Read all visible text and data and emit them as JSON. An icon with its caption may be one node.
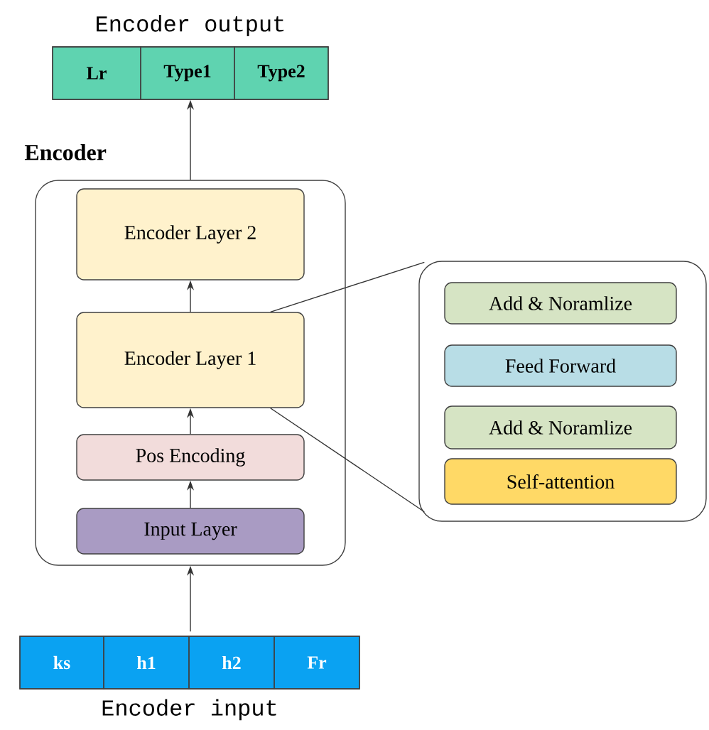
{
  "diagram": {
    "nodes": [
      {
        "text": [
          "Encoder output"
        ]
      },
      {
        "text": [
          "Lr"
        ],
        "in": 0
      },
      {
        "text": [
          "Type1"
        ],
        "in": 0
      },
      {
        "text": [
          "Type2"
        ],
        "in": 0
      },
      {
        "text": [
          "Encoder"
        ]
      },
      {
        "text": [
          "Encoder Layer 2"
        ],
        "in": 4
      },
      {
        "text": [
          "Encoder Layer 1"
        ],
        "in": 4
      },
      {
        "text": [
          "Pos Encoding"
        ],
        "in": 4
      },
      {
        "text": [
          "Input Layer"
        ],
        "in": 4
      },
      {
        "text": [],
        "shape": "box"
      },
      {
        "text": [
          "Add & Noramlize"
        ],
        "in": 9
      },
      {
        "text": [
          "Feed Forward"
        ],
        "in": 9
      },
      {
        "text": [
          "Add & Noramlize"
        ],
        "in": 9
      },
      {
        "text": [
          "Self-attention"
        ],
        "in": 9
      },
      {
        "text": [
          "Encoder input"
        ]
      },
      {
        "text": [
          "ks"
        ],
        "in": 14
      },
      {
        "text": [
          "h1"
        ],
        "in": 14
      },
      {
        "text": [
          "h2"
        ],
        "in": 14
      },
      {
        "text": [
          "Fr"
        ],
        "in": 14
      }
    ],
    "edges": [
      {
        "from": 4,
        "to": 2,
        "arrow": "to"
      },
      {
        "from": 14,
        "to": 4,
        "arrow": "to"
      },
      {
        "from": 8,
        "to": 7,
        "arrow": "to"
      },
      {
        "from": 7,
        "to": 6,
        "arrow": "to"
      },
      {
        "from": 6,
        "to": 5,
        "arrow": "to"
      },
      {
        "from": 6,
        "to": 9,
        "arrow": "none"
      },
      {
        "from": 6,
        "to": 9,
        "arrow": "none"
      }
    ]
  }
}
